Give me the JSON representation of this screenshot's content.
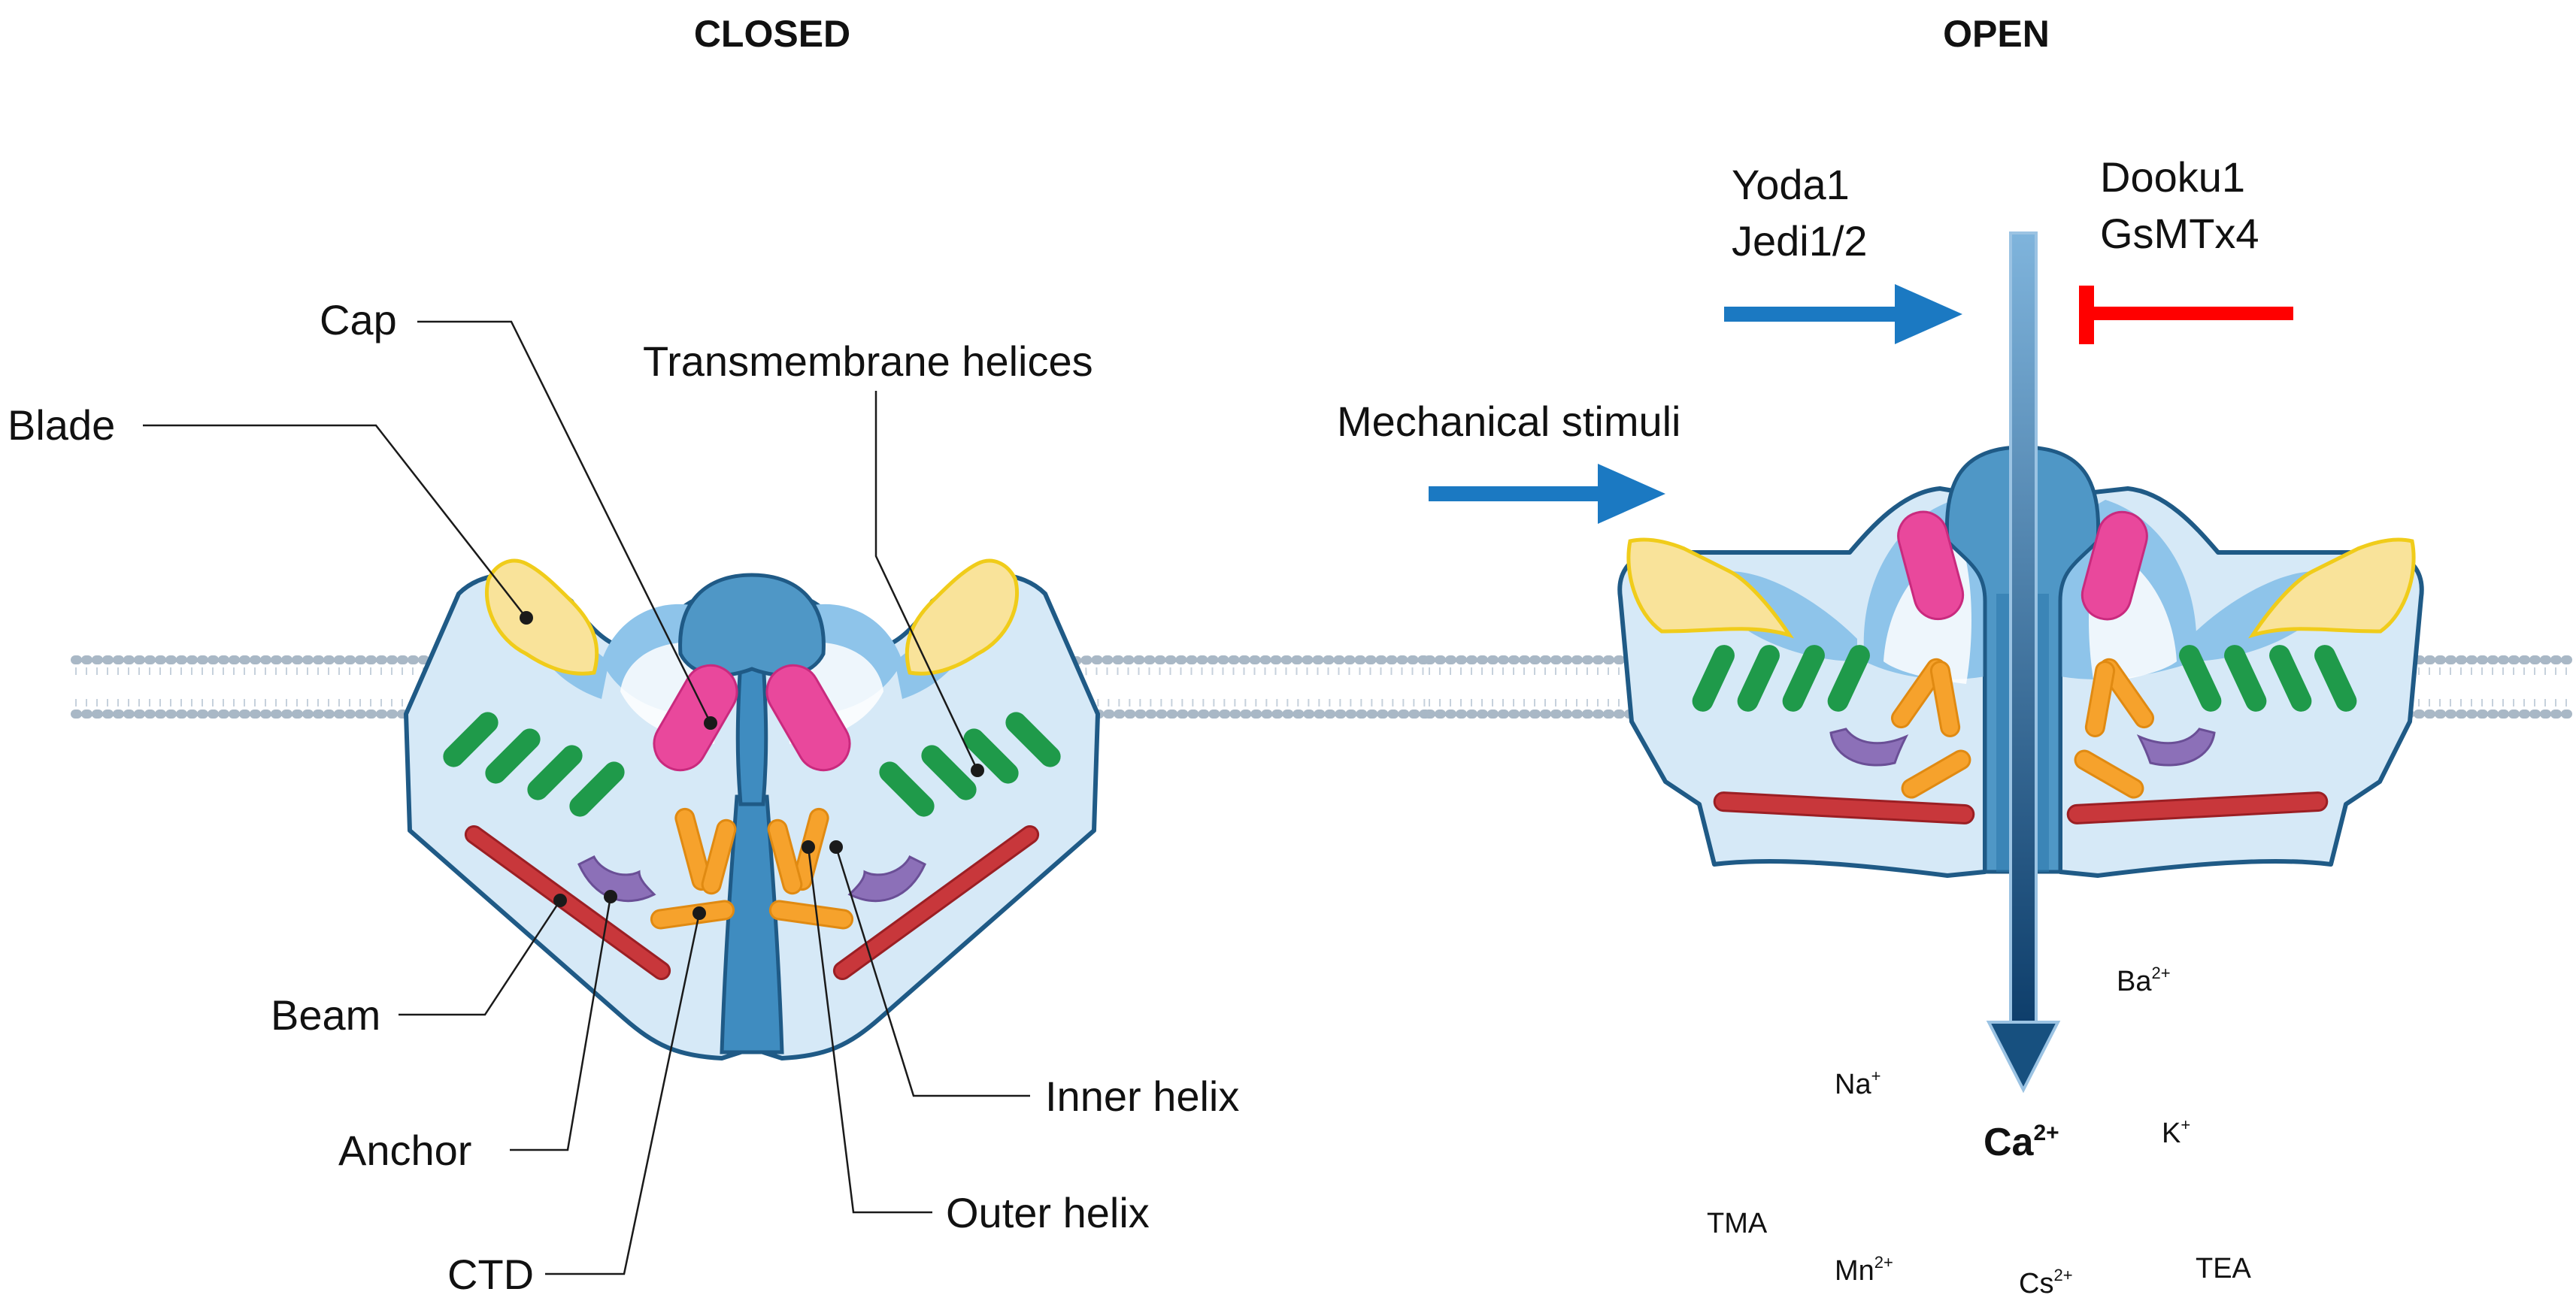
{
  "closed": {
    "title": "CLOSED",
    "labels": {
      "cap": "Cap",
      "blade": "Blade",
      "transmembrane": "Transmembrane helices",
      "beam": "Beam",
      "anchor": "Anchor",
      "ctd": "CTD",
      "inner_helix": "Inner helix",
      "outer_helix": "Outer helix"
    }
  },
  "open": {
    "title": "OPEN",
    "activators": [
      "Yoda1",
      "Jedi1/2"
    ],
    "inhibitors": [
      "Dooku1",
      "GsMTx4"
    ],
    "stimulus": "Mechanical stimuli",
    "ions": {
      "ba": {
        "base": "Ba",
        "sup": "2+"
      },
      "na": {
        "base": "Na",
        "sup": "+"
      },
      "ca": {
        "base": "Ca",
        "sup": "2+"
      },
      "k": {
        "base": "K",
        "sup": "+"
      },
      "tma": {
        "base": "TMA",
        "sup": ""
      },
      "mn": {
        "base": "Mn",
        "sup": "2+"
      },
      "cs": {
        "base": "Cs",
        "sup": "2+"
      },
      "tea": {
        "base": "TEA",
        "sup": ""
      }
    }
  },
  "colors": {
    "body_fill": "#d6e9f7",
    "body_stroke": "#1f5a86",
    "blade_fill": "#f9e39a",
    "blade_stroke": "#f0cc1a",
    "cap_fill": "#4f97c6",
    "cap_inner": "#2f79ad",
    "helix_green": "#1f9a4a",
    "helix_orange": "#f6a22c",
    "beam_red": "#c8373b",
    "anchor_purple": "#8c70b8",
    "pink": "#e9489c",
    "activator_arrow": "#1b79c2",
    "inhibitor_red": "#ff0000",
    "pore_arrow": "#17507f",
    "membrane": "#9aa9b8"
  }
}
